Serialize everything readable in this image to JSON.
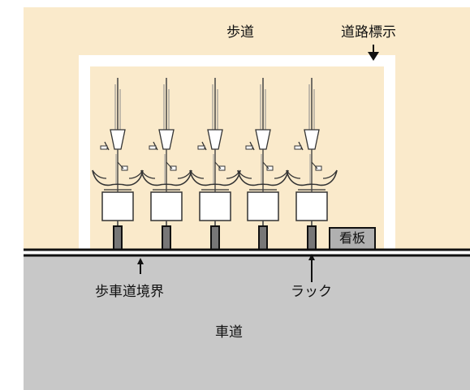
{
  "labels": {
    "sidewalk": "歩道",
    "road_marking": "道路標示",
    "signboard": "看板",
    "curb_boundary": "歩車道境界",
    "rack": "ラック",
    "roadway": "車道"
  },
  "bicycles": [
    {
      "id": 1
    },
    {
      "id": 2
    },
    {
      "id": 3
    },
    {
      "id": 4
    },
    {
      "id": 5
    }
  ],
  "colors": {
    "sidewalk": "#faeacb",
    "roadway": "#c8c8c8",
    "road_marking": "#ffffff",
    "rack_post": "#777777"
  }
}
